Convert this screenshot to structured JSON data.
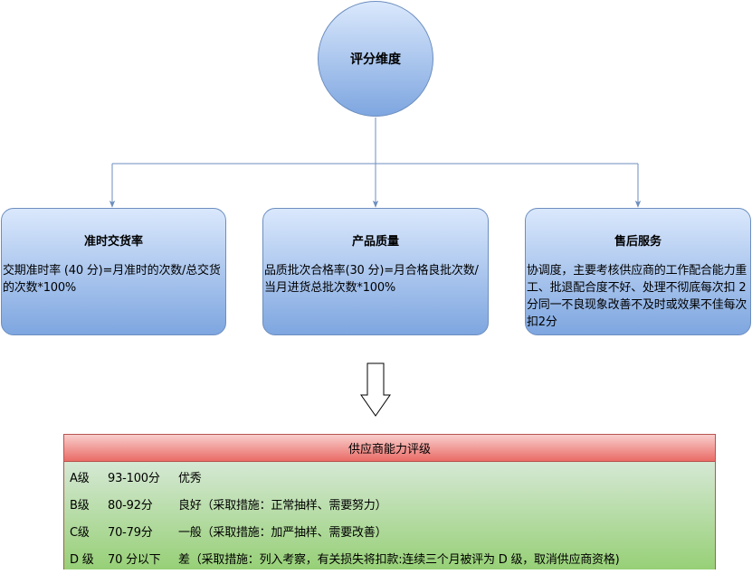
{
  "root": {
    "label": "评分维度"
  },
  "dimensions": [
    {
      "title": "准时交货率",
      "text": "交期准时率 (40 分)=月准时的次数/总交货的次数*100%"
    },
    {
      "title": "产品质量",
      "text": "品质批次合格率(30 分)=月合格良批次数/当月进货总批次数*100%"
    },
    {
      "title": "售后服务",
      "text": "协调度，主要考核供应商的工作配合能力重工、批退配合度不好、处理不彻底每次扣 2分同一不良现象改善不及时或效果不佳每次扣2分"
    }
  ],
  "rating": {
    "title": "供应商能力评级",
    "levels": [
      {
        "level": "A级",
        "score": "93-100分",
        "desc": "优秀"
      },
      {
        "level": "B级",
        "score": "80-92分",
        "desc": "良好（采取措施：正常抽样、需要努力）"
      },
      {
        "level": "C级",
        "score": "70-79分",
        "desc": "一般（采取措施：加严抽样、需要改善）"
      },
      {
        "level": "D 级",
        "score": "70 分以下",
        "desc": "差（采取措施：列入考察，有关损失将扣款:连续三个月被评为 D 级，取消供应商资格)"
      }
    ]
  },
  "colors": {
    "blue_stroke": "#6c8ebf",
    "blue_fill_top": "#dae8fc",
    "blue_fill_bottom": "#7ea6e0",
    "red_stroke": "#b85450",
    "red_fill_top": "#f8cecc",
    "red_fill_bottom": "#ea6b66",
    "green_fill_top": "#d5e8d4",
    "green_fill_bottom": "#97d077"
  }
}
